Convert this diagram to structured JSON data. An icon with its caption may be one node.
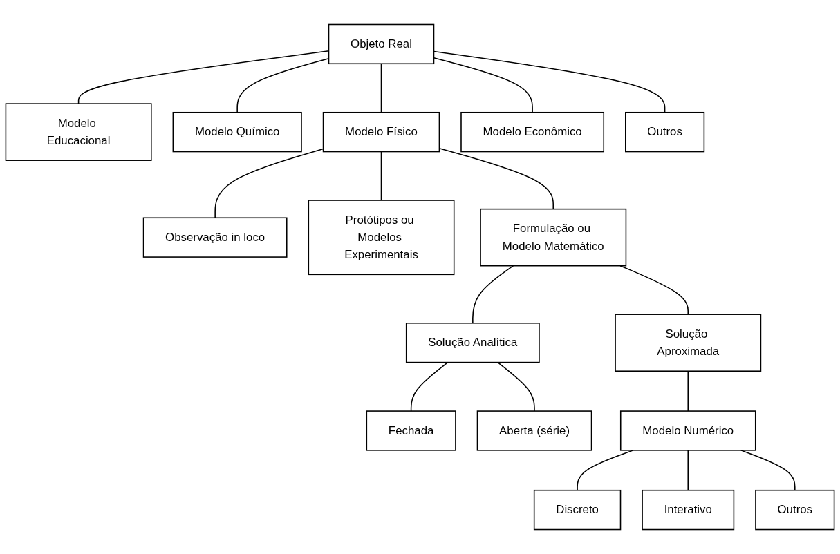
{
  "diagram": {
    "nodes": [
      {
        "text": [
          "Objeto Real"
        ]
      },
      {
        "text": [
          "Modelo Educacional"
        ]
      },
      {
        "text": [
          "Modelo Químico"
        ]
      },
      {
        "text": [
          "Modelo Físico"
        ]
      },
      {
        "text": [
          "Modelo Econômico"
        ]
      },
      {
        "text": [
          "Outros"
        ]
      },
      {
        "text": [
          "Observação in loco"
        ]
      },
      {
        "text": [
          "Protótipos ou Modelos Experimentais"
        ]
      },
      {
        "text": [
          "Formulação ou Modelo Matemático"
        ]
      },
      {
        "text": [
          "Solução Analítica"
        ]
      },
      {
        "text": [
          "Solução Aproximada"
        ]
      },
      {
        "text": [
          "Fechada"
        ]
      },
      {
        "text": [
          "Aberta (série)"
        ]
      },
      {
        "text": [
          "Modelo Numérico"
        ]
      },
      {
        "text": [
          "Discreto"
        ]
      },
      {
        "text": [
          "Interativo"
        ]
      },
      {
        "text": [
          "Outros"
        ]
      }
    ],
    "edges": [
      {
        "from": 0,
        "to": 1,
        "arrow": "none"
      },
      {
        "from": 0,
        "to": 2,
        "arrow": "none"
      },
      {
        "from": 0,
        "to": 3,
        "arrow": "none"
      },
      {
        "from": 0,
        "to": 4,
        "arrow": "none"
      },
      {
        "from": 0,
        "to": 5,
        "arrow": "none"
      },
      {
        "from": 3,
        "to": 6,
        "arrow": "none"
      },
      {
        "from": 3,
        "to": 7,
        "arrow": "none"
      },
      {
        "from": 3,
        "to": 8,
        "arrow": "none"
      },
      {
        "from": 8,
        "to": 9,
        "arrow": "none"
      },
      {
        "from": 8,
        "to": 10,
        "arrow": "none"
      },
      {
        "from": 9,
        "to": 11,
        "arrow": "none"
      },
      {
        "from": 9,
        "to": 12,
        "arrow": "none"
      },
      {
        "from": 10,
        "to": 13,
        "arrow": "none"
      },
      {
        "from": 13,
        "to": 14,
        "arrow": "none"
      },
      {
        "from": 13,
        "to": 15,
        "arrow": "none"
      },
      {
        "from": 13,
        "to": 16,
        "arrow": "none"
      }
    ]
  }
}
